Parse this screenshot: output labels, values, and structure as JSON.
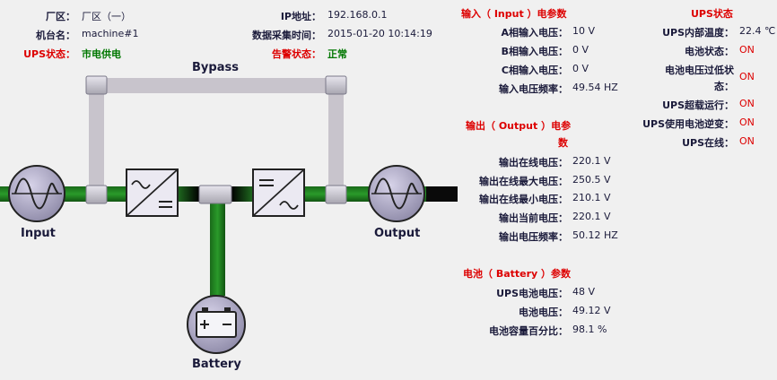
{
  "info": {
    "factory": {
      "label": "厂区：",
      "value": "厂区（一）"
    },
    "machine": {
      "label": "机台名：",
      "value": "machine#1"
    },
    "ups_status": {
      "label": "UPS状态：",
      "value": "市电供电"
    },
    "ip": {
      "label": "IP地址：",
      "value": "192.168.0.1"
    },
    "collect_time": {
      "label": "数据采集时间：",
      "value": "2015-01-20 10:14:19"
    },
    "alarm": {
      "label": "告警状态：",
      "value": "正常"
    }
  },
  "diagram": {
    "bypass": "Bypass",
    "input": "Input",
    "output": "Output",
    "battery": "Battery"
  },
  "input_params": {
    "title": "输入（ Input ）电参数",
    "rows": [
      {
        "label": "A相输入电压：",
        "value": "10 V"
      },
      {
        "label": "B相输入电压：",
        "value": "0 V"
      },
      {
        "label": "C相输入电压：",
        "value": "0 V"
      },
      {
        "label": "输入电压频率：",
        "value": "49.54 HZ"
      }
    ]
  },
  "output_params": {
    "title_line1": "输出（ Output ）电参",
    "title_line2": "数",
    "rows": [
      {
        "label": "输出在线电压：",
        "value": "220.1 V"
      },
      {
        "label": "输出在线最大电压：",
        "value": "250.5 V"
      },
      {
        "label": "输出在线最小电压：",
        "value": "210.1 V"
      },
      {
        "label": "输出当前电压：",
        "value": "220.1 V"
      },
      {
        "label": "输出电压频率：",
        "value": "50.12 HZ"
      }
    ]
  },
  "battery_params": {
    "title": "电池（ Battery ）参数",
    "rows": [
      {
        "label": "UPS电池电压：",
        "value": "48 V"
      },
      {
        "label": "电池电压：",
        "value": "49.12 V"
      },
      {
        "label": "电池容量百分比：",
        "value": "98.1 %"
      }
    ]
  },
  "ups_state": {
    "title": "UPS状态",
    "rows": [
      {
        "label": "UPS内部温度：",
        "value": "22.4 ℃"
      },
      {
        "label": "电池状态：",
        "value": "ON"
      },
      {
        "label_line1": "电池电压过低状",
        "label_line2": "态：",
        "value": "ON"
      },
      {
        "label": "UPS超载运行：",
        "value": "ON"
      },
      {
        "label": "UPS使用电池逆变：",
        "value": "ON"
      },
      {
        "label": "UPS在线：",
        "value": "ON"
      }
    ]
  },
  "colors": {
    "accent_red": "#dd0000",
    "ok_green": "#007700",
    "line_green": "#0a7a0a",
    "bypass_gray": "#c8c4cc"
  }
}
